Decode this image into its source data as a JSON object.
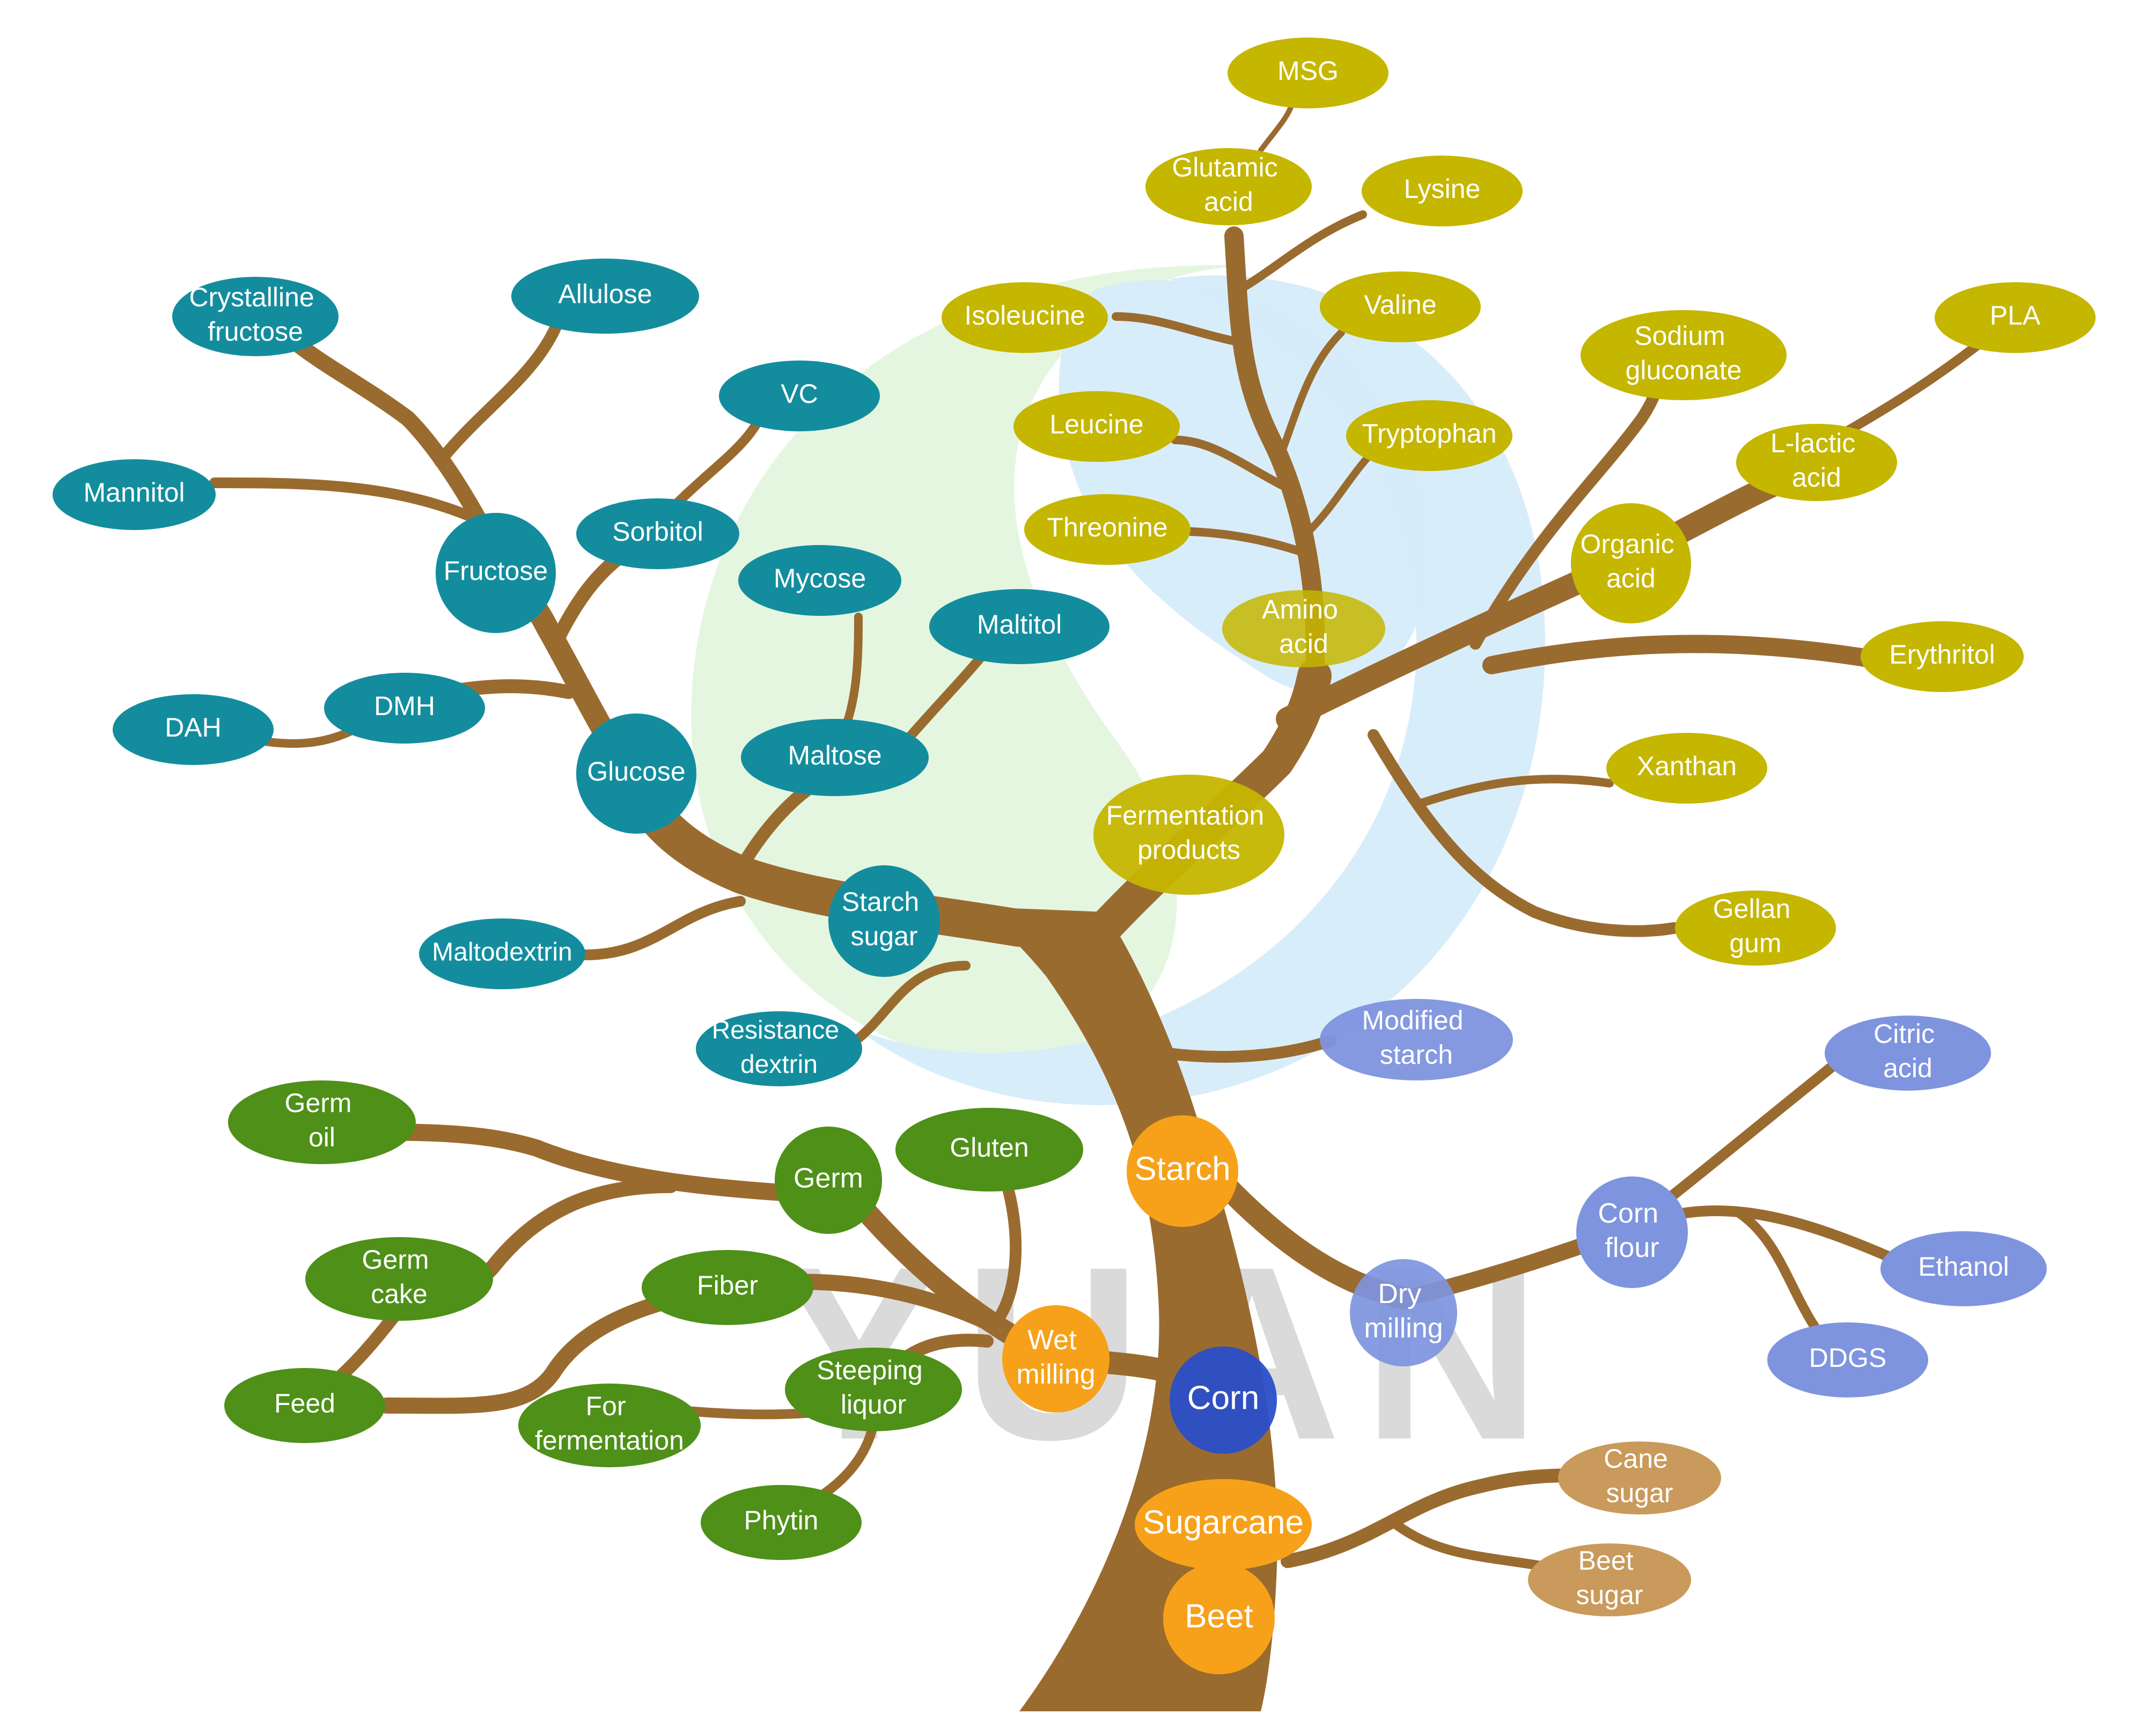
{
  "watermark": "YUAN",
  "colors": {
    "trunk": "#9a6b2f",
    "teal": "#138d9e",
    "olive": "#c5b600",
    "green": "#4e9018",
    "orange": "#f7a11a",
    "blue": "#2a4fc9",
    "lavender": "#7e94de",
    "tan": "#c99a5b",
    "circle_green": "#e3f5de",
    "circle_blue": "#d6ecfa"
  },
  "nodes": {
    "corn": "Corn",
    "sugarcane": "Sugarcane",
    "beet": "Beet",
    "starch": "Starch",
    "wet_milling": [
      "Wet",
      "milling"
    ],
    "dry_milling": [
      "Dry",
      "milling"
    ],
    "corn_flour": [
      "Corn",
      "flour"
    ],
    "citric_acid": [
      "Citric",
      "acid"
    ],
    "ethanol": "Ethanol",
    "ddgs": "DDGS",
    "cane_sugar": [
      "Cane",
      "sugar"
    ],
    "beet_sugar": [
      "Beet",
      "sugar"
    ],
    "modified_starch": [
      "Modified",
      "starch"
    ],
    "germ": "Germ",
    "germ_oil": [
      "Germ",
      "oil"
    ],
    "germ_cake": [
      "Germ",
      "cake"
    ],
    "feed": "Feed",
    "gluten": "Gluten",
    "fiber": "Fiber",
    "steeping_liquor": [
      "Steeping",
      "liquor"
    ],
    "for_fermentation": [
      "For",
      "fermentation"
    ],
    "phytin": "Phytin",
    "starch_sugar": [
      "Starch",
      "sugar"
    ],
    "maltodextrin": "Maltodextrin",
    "resistance_dextrin": [
      "Resistance",
      "dextrin"
    ],
    "glucose": "Glucose",
    "fructose": "Fructose",
    "dmh": "DMH",
    "dah": "DAH",
    "mannitol": "Mannitol",
    "crystalline_fructose": [
      "Crystalline",
      "fructose"
    ],
    "allulose": "Allulose",
    "sorbitol": "Sorbitol",
    "vc": "VC",
    "maltose": "Maltose",
    "mycose": "Mycose",
    "maltitol": "Maltitol",
    "fermentation_products": [
      "Fermentation",
      "products"
    ],
    "amino_acid": [
      "Amino",
      "acid"
    ],
    "threonine": "Threonine",
    "leucine": "Leucine",
    "isoleucine": "Isoleucine",
    "tryptophan": "Tryptophan",
    "valine": "Valine",
    "glutamic_acid": [
      "Glutamic",
      "acid"
    ],
    "msg": "MSG",
    "lysine": "Lysine",
    "organic_acid": [
      "Organic",
      "acid"
    ],
    "sodium_gluconate": [
      "Sodium",
      "gluconate"
    ],
    "l_lactic_acid": [
      "L-lactic",
      "acid"
    ],
    "pla": "PLA",
    "erythritol": "Erythritol",
    "xanthan": "Xanthan",
    "gellan_gum": [
      "Gellan",
      "gum"
    ]
  }
}
